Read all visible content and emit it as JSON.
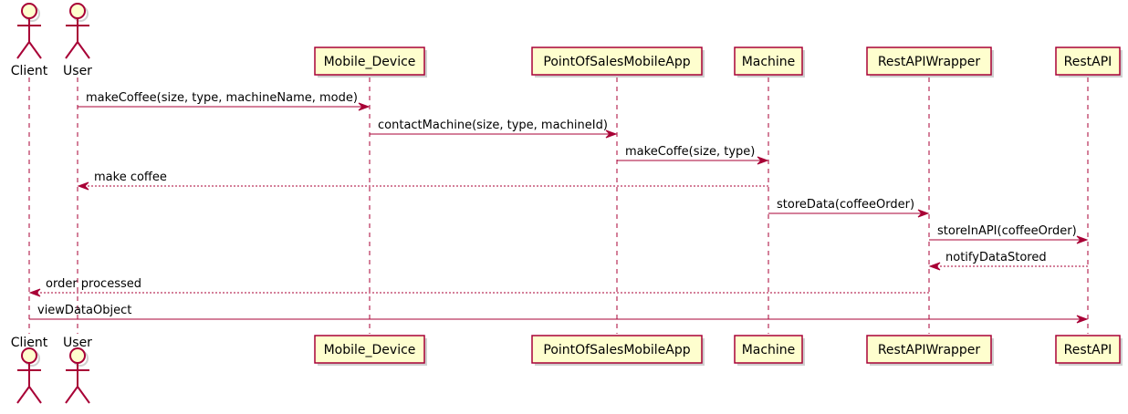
{
  "colors": {
    "line": "#A80036",
    "participant_fill": "#FEFECE",
    "text": "#000000",
    "background": "#FFFFFF"
  },
  "participants": [
    {
      "id": "client",
      "label": "Client",
      "kind": "actor"
    },
    {
      "id": "user",
      "label": "User",
      "kind": "actor"
    },
    {
      "id": "mobile_device",
      "label": "Mobile_Device",
      "kind": "participant"
    },
    {
      "id": "pos_app",
      "label": "PointOfSalesMobileApp",
      "kind": "participant"
    },
    {
      "id": "machine",
      "label": "Machine",
      "kind": "participant"
    },
    {
      "id": "rest_wrapper",
      "label": "RestAPIWrapper",
      "kind": "participant"
    },
    {
      "id": "rest_api",
      "label": "RestAPI",
      "kind": "participant"
    }
  ],
  "messages": [
    {
      "from": "user",
      "to": "mobile_device",
      "label": "makeCoffee(size, type, machineName, mode)",
      "style": "sync"
    },
    {
      "from": "mobile_device",
      "to": "pos_app",
      "label": "contactMachine(size, type, machineId)",
      "style": "sync"
    },
    {
      "from": "pos_app",
      "to": "machine",
      "label": "makeCoffe(size, type)",
      "style": "sync"
    },
    {
      "from": "machine",
      "to": "user",
      "label": "make coffee",
      "style": "return"
    },
    {
      "from": "machine",
      "to": "rest_wrapper",
      "label": "storeData(coffeeOrder)",
      "style": "sync"
    },
    {
      "from": "rest_wrapper",
      "to": "rest_api",
      "label": "storeInAPI(coffeeOrder)",
      "style": "sync"
    },
    {
      "from": "rest_api",
      "to": "rest_wrapper",
      "label": "notifyDataStored",
      "style": "return"
    },
    {
      "from": "rest_wrapper",
      "to": "client",
      "label": "order processed",
      "style": "return"
    },
    {
      "from": "client",
      "to": "rest_api",
      "label": "viewDataObject",
      "style": "sync"
    }
  ]
}
